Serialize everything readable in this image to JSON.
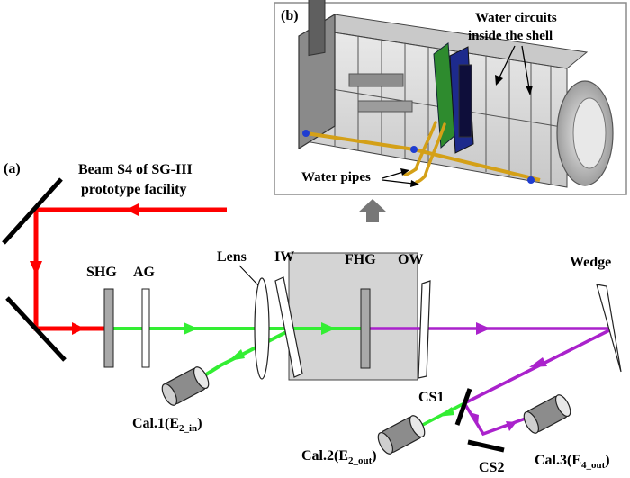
{
  "panel_b": {
    "tag": "(b)",
    "water_circuits_line1": "Water circuits",
    "water_circuits_line2": "inside the shell",
    "water_pipes": "Water pipes"
  },
  "panel_a": {
    "tag": "(a)",
    "beam_line1": "Beam S4 of SG-III",
    "beam_line2": "prototype facility",
    "shg": "SHG",
    "ag": "AG",
    "lens": "Lens",
    "iw": "IW",
    "fhg": "FHG",
    "ow": "OW",
    "wedge": "Wedge",
    "cs1": "CS1",
    "cs2": "CS2",
    "cal1": "Cal.1(E",
    "cal1_sub": "2_in",
    "cal2": "Cal.2(E",
    "cal2_sub": "2_out",
    "cal3": "Cal.3(E",
    "cal3_sub": "4_out",
    "close_paren": ")"
  },
  "colors": {
    "red_beam": "#ff0000",
    "green_beam": "#33ee33",
    "purple_beam": "#aa22cc",
    "chamber_fill": "#d4d4d4",
    "arrow_gray": "#777777"
  }
}
